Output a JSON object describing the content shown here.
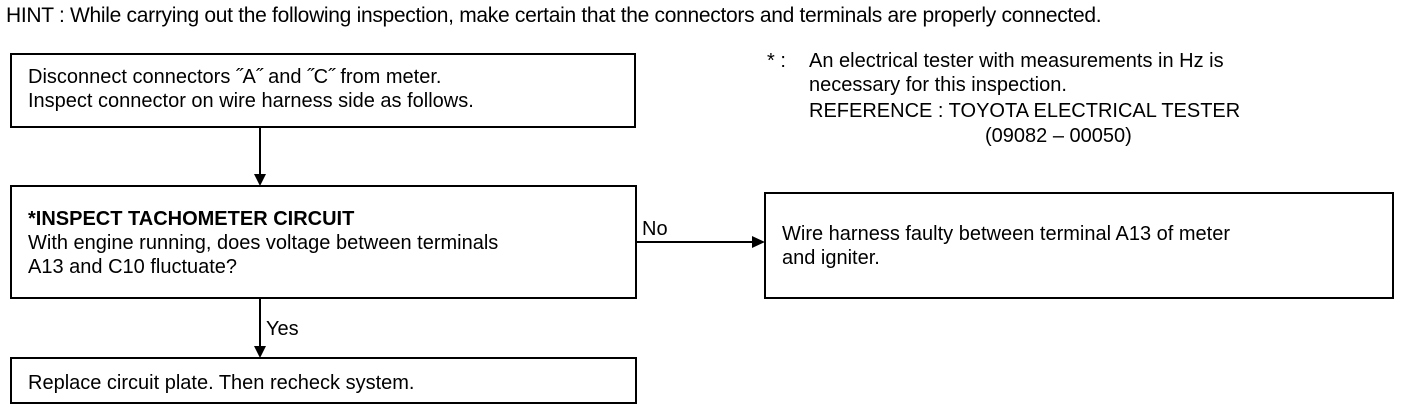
{
  "hint": "HINT : While carrying out the following inspection, make certain that the connectors and terminals are properly connected.",
  "boxes": {
    "disconnect": {
      "line1": "Disconnect connectors ˝A˝  and ˝C˝  from meter.",
      "line2": "Inspect connector on wire harness side as follows."
    },
    "inspect": {
      "title": "*INSPECT TACHOMETER CIRCUIT",
      "line1": "With engine running, does voltage between terminals",
      "line2": "A13 and C10 fluctuate?"
    },
    "faulty": {
      "line1": "Wire harness faulty between terminal A13 of meter",
      "line2": "and igniter."
    },
    "replace": {
      "line1": "Replace circuit plate. Then recheck system."
    }
  },
  "note": {
    "marker": "* :",
    "line1": "An electrical tester with measurements in Hz is",
    "line2": "necessary for this inspection.",
    "line3": "REFERENCE : TOYOTA ELECTRICAL TESTER",
    "line4": "(09082 – 00050)"
  },
  "labels": {
    "no": "No",
    "yes": "Yes"
  }
}
